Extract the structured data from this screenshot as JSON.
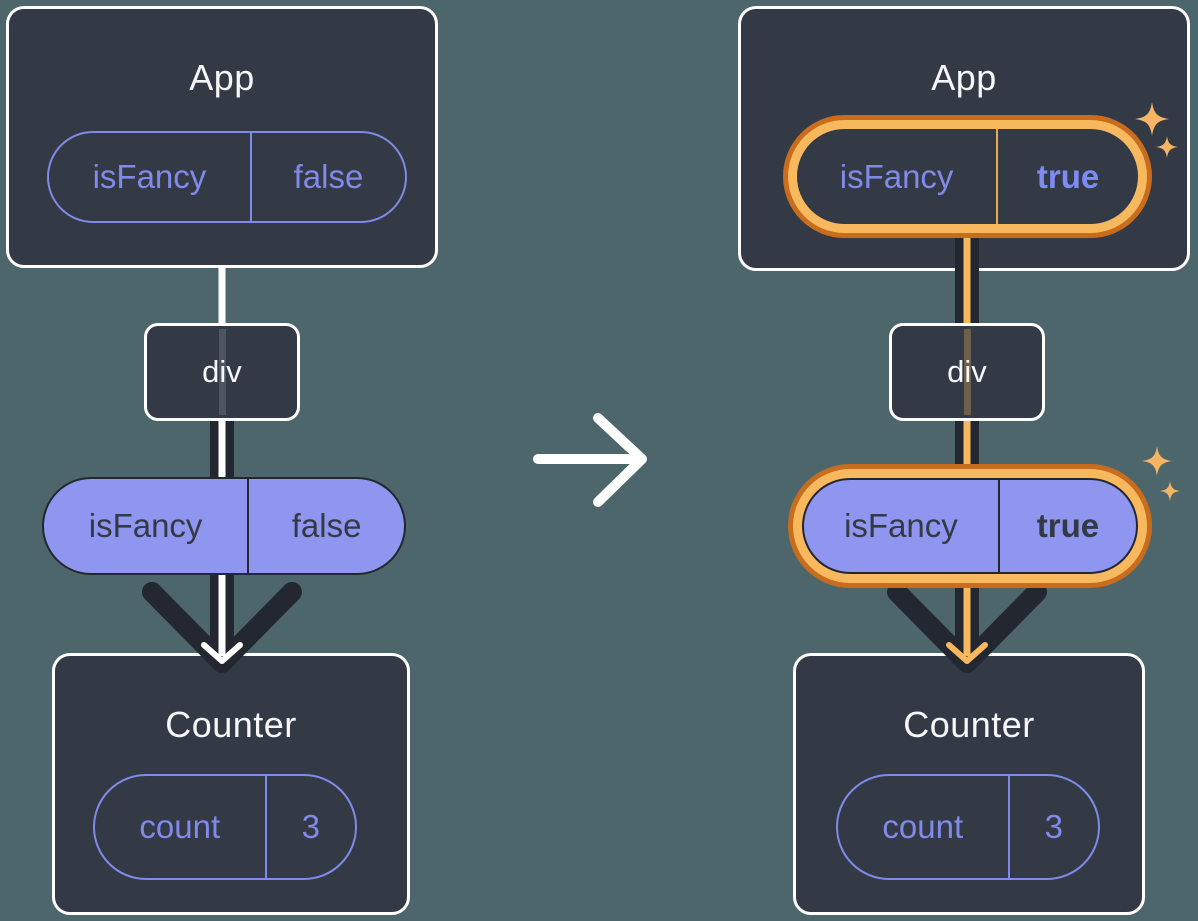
{
  "colors": {
    "background": "#4d666c",
    "card": "#333a46",
    "cardBorder": "#ffffff",
    "ink": "#23272f",
    "textLight": "#f6f7f9",
    "purple": "#808ae8",
    "purpleBright": "#7e8bf4",
    "purpleFill": "#8e96ef",
    "inkText": "#333a45",
    "orangeDark": "#c76d1d",
    "orangeLight": "#f8b85e",
    "orangeDivider": "#eca64f",
    "sparkle": "#f6b564"
  },
  "left": {
    "app": {
      "title": "App",
      "pill": {
        "key": "isFancy",
        "value": "false"
      }
    },
    "div_node": {
      "label": "div"
    },
    "prop_pill": {
      "key": "isFancy",
      "value": "false"
    },
    "counter": {
      "title": "Counter",
      "pill": {
        "key": "count",
        "value": "3"
      }
    }
  },
  "right": {
    "app": {
      "title": "App",
      "pill": {
        "key": "isFancy",
        "value": "true"
      }
    },
    "div_node": {
      "label": "div"
    },
    "prop_pill": {
      "key": "isFancy",
      "value": "true"
    },
    "counter": {
      "title": "Counter",
      "pill": {
        "key": "count",
        "value": "3"
      }
    }
  },
  "transition": {
    "icon": "right-arrow-icon"
  },
  "fx": {
    "icon": "sparkle-icon"
  }
}
